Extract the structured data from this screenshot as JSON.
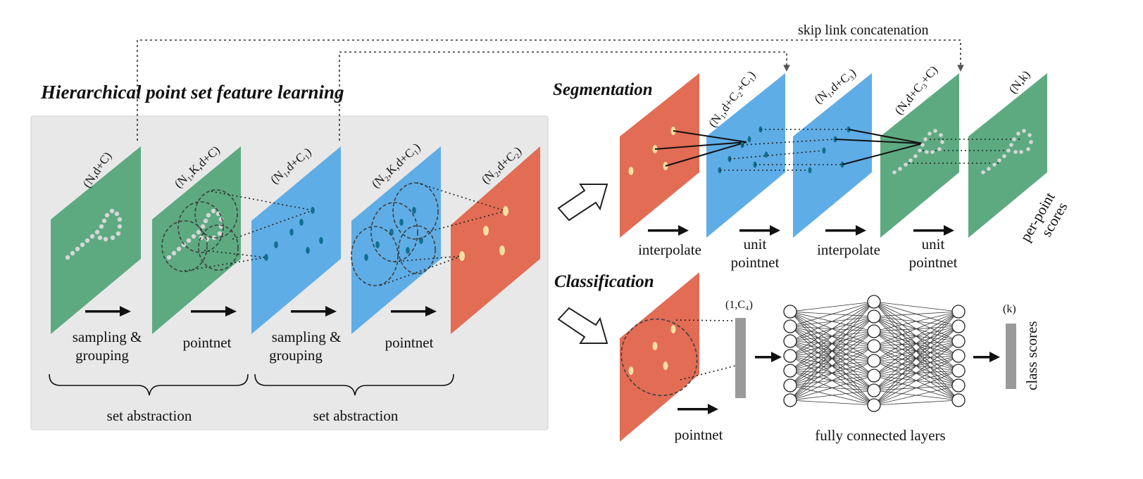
{
  "title_hierarchical": "Hierarchical point set feature learning",
  "title_segmentation": "Segmentation",
  "title_classification": "Classification",
  "skip_link": "skip link concatenation",
  "hier": {
    "dim_labels": [
      "(N,d+C)",
      "(N₁,K,d+C)",
      "(N₁,d+C₁)",
      "(N₂,K,d+C₁)",
      "(N₂,d+C₂)"
    ],
    "op_labels": [
      [
        "sampling &",
        "grouping"
      ],
      [
        "pointnet"
      ],
      [
        "sampling &",
        "grouping"
      ],
      [
        "pointnet"
      ]
    ],
    "set_abstraction": [
      "set abstraction",
      "set abstraction"
    ]
  },
  "seg": {
    "dim_labels": [
      "(N₁,d+C₂+C₁)",
      "(N₁,d+C₃)",
      "(N,d+C₃+C)",
      "(N,k)"
    ],
    "op_labels": [
      [
        "interpolate"
      ],
      [
        "unit",
        "pointnet"
      ],
      [
        "interpolate"
      ],
      [
        "unit",
        "pointnet"
      ]
    ],
    "scores": [
      "per-point",
      "scores"
    ]
  },
  "cls": {
    "vector_label": "(1,C₄)",
    "k_label": "(k)",
    "pointnet": "pointnet",
    "fc_layers": "fully connected layers",
    "class_scores": "class scores"
  },
  "colors": {
    "green": "#5daa81",
    "blue": "#5fade6",
    "red": "#e36c55",
    "panel": "#e8e8e8",
    "point_light": "#d7d7d7",
    "point_teal": "#0f6f90",
    "point_yellow": "#f6dfa0",
    "bar": "#9a9a9a"
  }
}
